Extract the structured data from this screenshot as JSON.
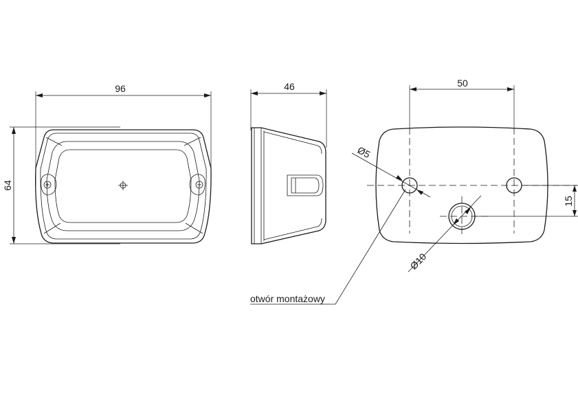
{
  "front_view": {
    "width_dim": "96",
    "height_dim": "64"
  },
  "side_view": {
    "depth_dim": "46"
  },
  "back_view": {
    "hole_spacing_dim": "50",
    "offset_dim": "15",
    "small_hole_dim": "Ø5",
    "large_hole_dim": "Ø10",
    "mounting_hole_label": "otwór montażowy"
  },
  "colors": {
    "line": "#1a1a1a",
    "background": "#ffffff"
  }
}
